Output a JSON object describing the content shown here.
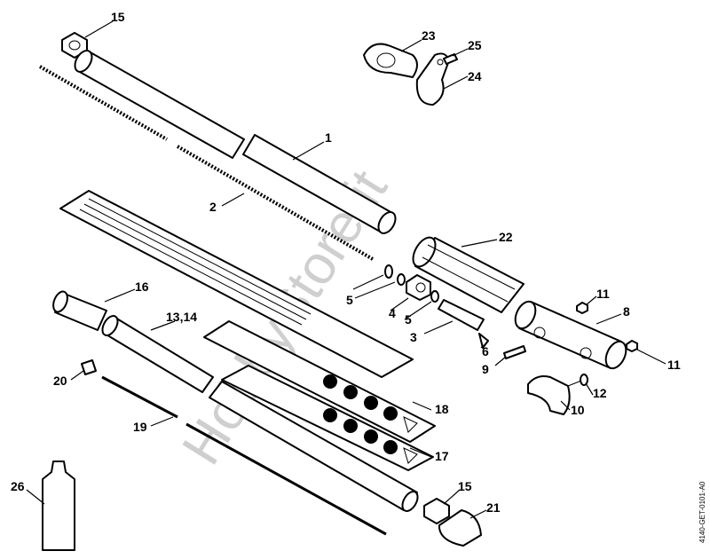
{
  "diagram": {
    "watermark": "HobbyStore.it",
    "drawing_code": "4140-GET-0101-A0",
    "labels": {
      "p15a": "15",
      "p23": "23",
      "p25": "25",
      "p24": "24",
      "p1": "1",
      "p2": "2",
      "p22": "22",
      "p16": "16",
      "p11a": "11",
      "p8": "8",
      "p5a": "5",
      "p4": "4",
      "p5b": "5",
      "p3": "3",
      "p6": "6",
      "p9": "9",
      "p11b": "11",
      "p12": "12",
      "p10": "10",
      "p1314": "13,14",
      "p20": "20",
      "p18": "18",
      "p19": "19",
      "p17": "17",
      "p15b": "15",
      "p26": "26",
      "p21": "21"
    }
  }
}
